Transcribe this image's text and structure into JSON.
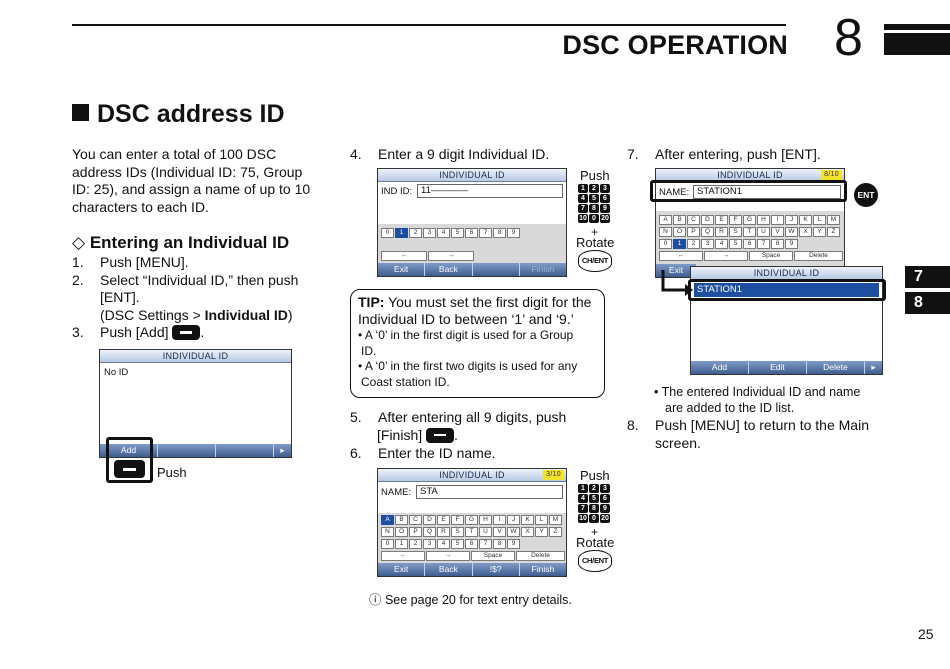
{
  "header": {
    "title": "DSC OPERATION",
    "chapter": "8"
  },
  "side_tabs": [
    "7",
    "8"
  ],
  "section": {
    "title": "DSC address ID"
  },
  "intro": [
    "You can enter a total of 100 DSC",
    "address IDs (Individual ID: 75, Group",
    "ID: 25), and assign a name of up to 10",
    "characters to each ID."
  ],
  "subsection": {
    "title": "Entering an Individual ID"
  },
  "steps_left": {
    "s1": {
      "n": "1.",
      "text": "Push [MENU]."
    },
    "s2": {
      "n": "2.",
      "text1": "Select “Individual ID,” then push",
      "text2": "[ENT].",
      "text3a": "(DSC Settings > ",
      "text3b": "Individual ID",
      "text3c": ")"
    },
    "s3": {
      "n": "3.",
      "text": "Push [Add]"
    }
  },
  "screen1": {
    "title": "INDIVIDUAL ID",
    "body": "No ID",
    "softkey": "Add",
    "push_label": "Push"
  },
  "step4": {
    "n": "4.",
    "text": "Enter a 9 digit Individual ID."
  },
  "screen2": {
    "title": "INDIVIDUAL ID",
    "field_label": "IND ID:",
    "field_value": "11–––––––",
    "digits": [
      "0",
      "1",
      "2",
      "3",
      "4",
      "5",
      "6",
      "7",
      "8",
      "9"
    ],
    "arrows": [
      "←",
      "→"
    ],
    "softkeys": [
      "Exit",
      "Back",
      "",
      "Finish"
    ]
  },
  "keypad": {
    "push": "Push",
    "plus": "+",
    "rotate": "Rotate",
    "dial": "CH/ENT",
    "keys": [
      "1",
      "2",
      "3",
      "4",
      "5",
      "6",
      "7",
      "8",
      "9",
      "10",
      "0",
      "20"
    ]
  },
  "tip": {
    "label": "TIP:",
    "text1": " You must set the first digit for the",
    "text2": "Individual ID to between ‘1’ and ‘9.’",
    "b1a": "• A ‘0’ in the first digit is used for a Group",
    "b1b": "ID.",
    "b2a": "• A ‘0’ in the first two digits is used for any",
    "b2b": "Coast station ID."
  },
  "step5": {
    "n": "5.",
    "text1": "After entering all 9 digits, push",
    "text2": "[Finish]"
  },
  "step6": {
    "n": "6.",
    "text": "Enter the ID name."
  },
  "screen3": {
    "title": "INDIVIDUAL ID",
    "page": "3/10",
    "field_label": "NAME:",
    "field_value": "STA",
    "row1": [
      "A",
      "B",
      "C",
      "D",
      "E",
      "F",
      "G",
      "H",
      "I",
      "J",
      "K",
      "L",
      "M"
    ],
    "row2": [
      "N",
      "O",
      "P",
      "Q",
      "R",
      "S",
      "T",
      "U",
      "V",
      "W",
      "X",
      "Y",
      "Z"
    ],
    "digits": [
      "0",
      "1",
      "2",
      "3",
      "4",
      "5",
      "6",
      "7",
      "8",
      "9"
    ],
    "row4": [
      "←",
      "→",
      "Space",
      "Delete"
    ],
    "softkeys": [
      "Exit",
      "Back",
      "!$?",
      "Finish"
    ]
  },
  "footnote": "ⓘ See page 20 for text entry details.",
  "step7": {
    "n": "7.",
    "text": "After entering, push [ENT]."
  },
  "screen4": {
    "title": "INDIVIDUAL ID",
    "page": "8/10",
    "field_label": "NAME:",
    "field_value": "STATION1",
    "row1": [
      "A",
      "B",
      "C",
      "D",
      "E",
      "F",
      "G",
      "H",
      "I",
      "J",
      "K",
      "L",
      "M"
    ],
    "row2": [
      "N",
      "O",
      "P",
      "Q",
      "R",
      "S",
      "T",
      "U",
      "V",
      "W",
      "X",
      "Y",
      "Z"
    ],
    "digits": [
      "0",
      "1",
      "2",
      "3",
      "4",
      "5",
      "6",
      "7",
      "8",
      "9"
    ],
    "row4": [
      "←",
      "→",
      "Space",
      "Delete"
    ],
    "foot_left": "Exit"
  },
  "ent_button": "ENT",
  "screen5": {
    "title": "INDIVIDUAL ID",
    "item": "STATION1",
    "softkeys": [
      "Add",
      "Edit",
      "Delete"
    ]
  },
  "note7": {
    "t1": "• The entered Individual ID and name",
    "t2": "are added to the ID list."
  },
  "step8": {
    "n": "8.",
    "text1": "Push [MENU] to return to the Main",
    "text2": "screen."
  },
  "page_number": "25"
}
